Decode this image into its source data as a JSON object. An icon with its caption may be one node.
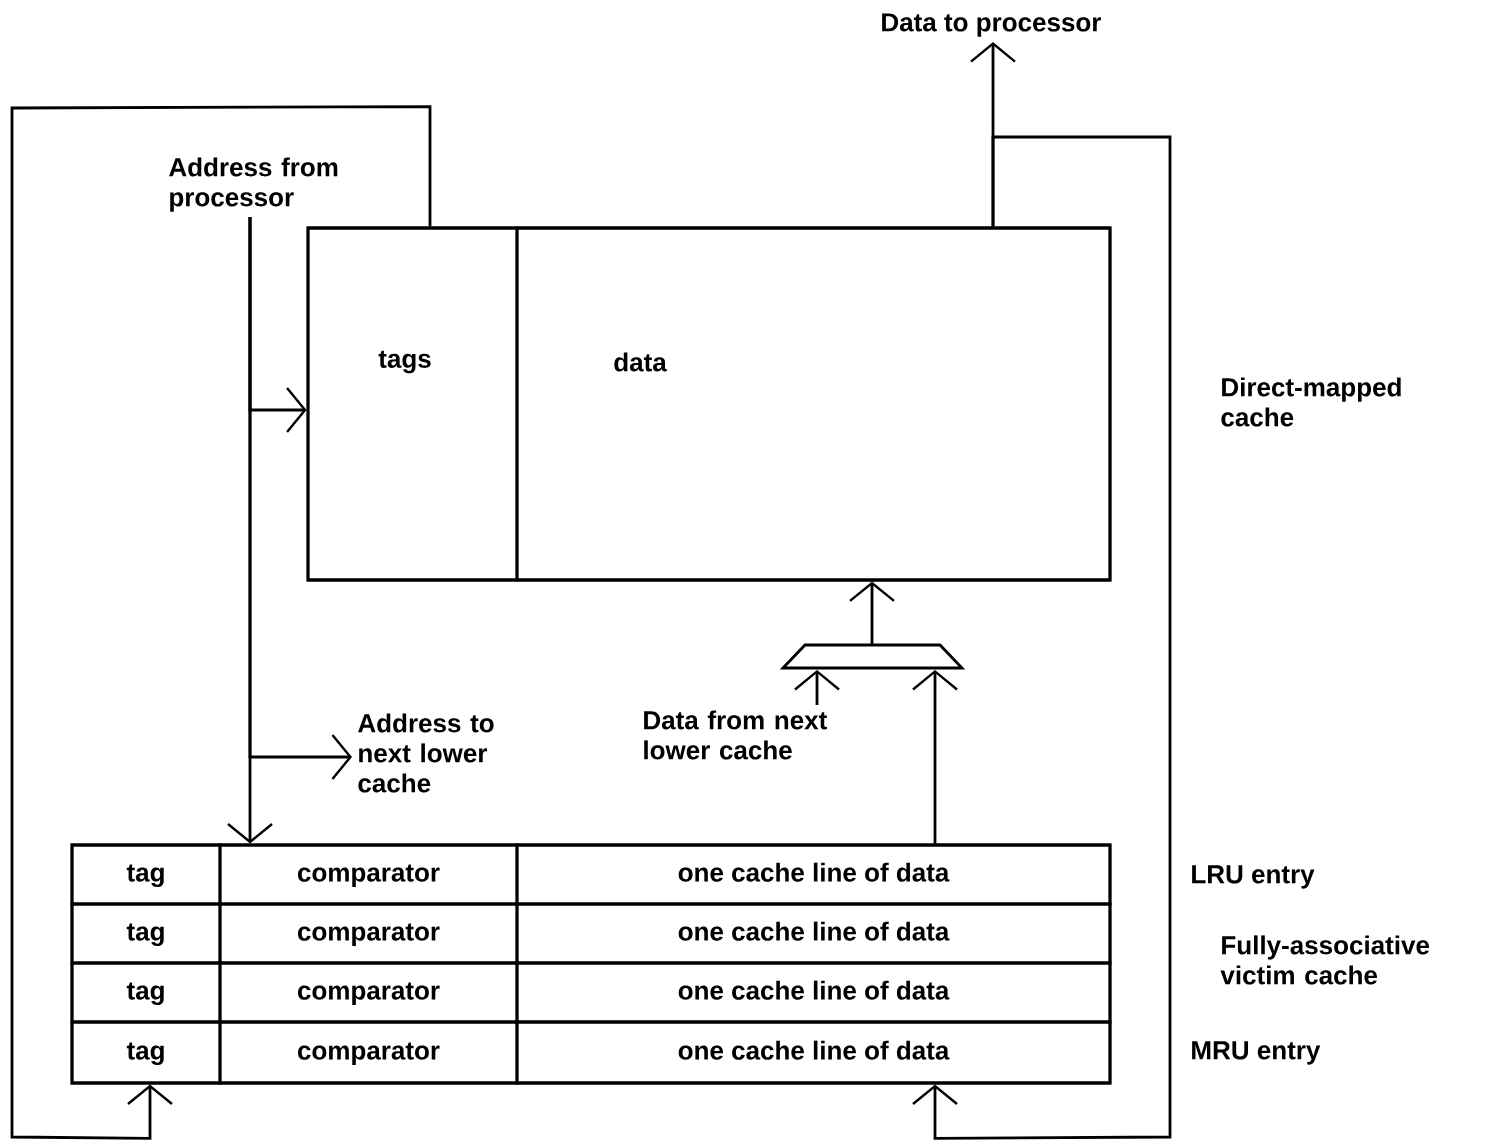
{
  "diagram": {
    "nodes": [
      {
        "text": [
          "Direct-mapped cache"
        ]
      },
      {
        "text": [
          "tags"
        ],
        "in": 0
      },
      {
        "text": [
          "data"
        ],
        "in": 0
      },
      {
        "text": [
          "Address from processor"
        ]
      },
      {
        "text": [
          "Address to next lower cache"
        ]
      },
      {
        "text": [
          "Data to processor"
        ]
      },
      {
        "text": [
          "Data from next lower cache"
        ]
      },
      {
        "text": [],
        "shape": "trapezoid"
      },
      {
        "text": [
          "Fully-associative victim cache"
        ]
      },
      {
        "text": [
          "tag"
        ],
        "in": 8
      },
      {
        "text": [
          "comparator"
        ],
        "in": 8
      },
      {
        "text": [
          "one cache line of data"
        ],
        "in": 8
      },
      {
        "text": [
          "tag"
        ],
        "in": 8
      },
      {
        "text": [
          "comparator"
        ],
        "in": 8
      },
      {
        "text": [
          "one cache line of data"
        ],
        "in": 8
      },
      {
        "text": [
          "tag"
        ],
        "in": 8
      },
      {
        "text": [
          "comparator"
        ],
        "in": 8
      },
      {
        "text": [
          "one cache line of data"
        ],
        "in": 8
      },
      {
        "text": [
          "tag"
        ],
        "in": 8
      },
      {
        "text": [
          "comparator"
        ],
        "in": 8
      },
      {
        "text": [
          "one cache line of data"
        ],
        "in": 8
      }
    ],
    "edges": [
      {
        "from": 3,
        "to": 1,
        "arrow": "to"
      },
      {
        "from": 3,
        "to": 8,
        "arrow": "to"
      },
      {
        "from": 3,
        "to": 4,
        "arrow": "to"
      },
      {
        "from": 2,
        "to": 5,
        "arrow": "to"
      },
      {
        "from": 2,
        "to": 20,
        "arrow": "to"
      },
      {
        "from": 1,
        "to": 18,
        "arrow": "to"
      },
      {
        "from": 6,
        "to": 7,
        "arrow": "to"
      },
      {
        "from": 11,
        "to": 7,
        "arrow": "to"
      },
      {
        "from": 7,
        "to": 2,
        "arrow": "to"
      }
    ],
    "labels": [
      "LRU entry",
      "MRU entry"
    ]
  }
}
